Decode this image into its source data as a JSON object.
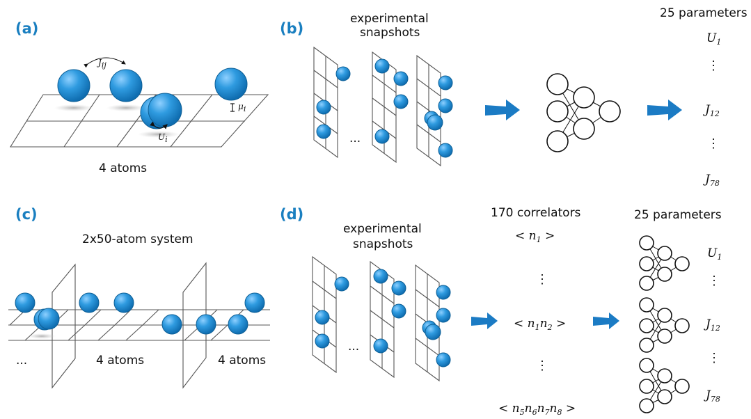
{
  "panel_a": {
    "label": "(a)",
    "caption": "4 atoms",
    "hop_label": "J",
    "hop_sub": "ij",
    "interaction_label": "U",
    "interaction_sub": "i",
    "potential_label": "μ",
    "potential_sub": "i"
  },
  "panel_b": {
    "label": "(b)",
    "snapshots_title_line1": "experimental",
    "snapshots_title_line2": "snapshots",
    "snapshot_ellipsis": "...",
    "params_title": "25 parameters",
    "param_first": "U",
    "param_first_sub": "1",
    "param_mid": "J",
    "param_mid_sub": "12",
    "param_last": "J",
    "param_last_sub": "78",
    "vdots": "⋮"
  },
  "panel_c": {
    "label": "(c)",
    "title": "2x50-atom system",
    "left_ellipsis": "...",
    "caption_left": "4 atoms",
    "caption_right": "4 atoms"
  },
  "panel_d": {
    "label": "(d)",
    "snapshots_title_line1": "experimental",
    "snapshots_title_line2": "snapshots",
    "snapshot_ellipsis": "...",
    "correlators_title": "170 correlators",
    "corr_1": "< n",
    "corr_1_sub": "1",
    "corr_1_end": " >",
    "corr_2a": "< n",
    "corr_2a_sub": "1",
    "corr_2b": "n",
    "corr_2b_sub": "2",
    "corr_2_end": " >",
    "corr_3": "< n",
    "corr_3_subs": [
      "5",
      "6",
      "7",
      "8"
    ],
    "corr_3_end": " >",
    "params_title": "25 parameters",
    "param_first": "U",
    "param_first_sub": "1",
    "param_mid": "J",
    "param_mid_sub": "12",
    "param_last": "J",
    "param_last_sub": "78",
    "vdots": "⋮"
  },
  "colors": {
    "label_blue": "#1a7fc0",
    "atom_blue": "#2f9be0",
    "arrow_blue": "#1b7bc4"
  }
}
